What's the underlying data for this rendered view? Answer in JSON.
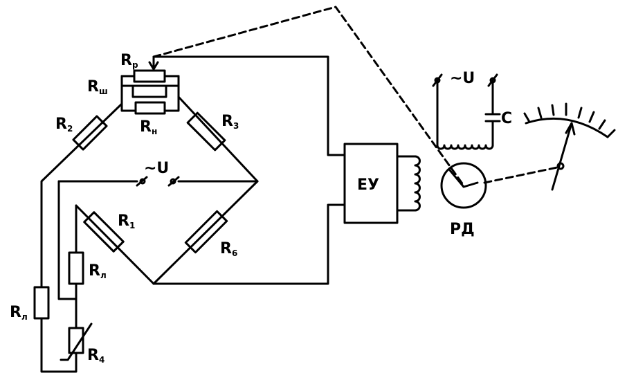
{
  "labels": {
    "rp": {
      "main": "R",
      "sub": "р"
    },
    "rsh": {
      "main": "R",
      "sub": "ш"
    },
    "rn": {
      "main": "R",
      "sub": "н"
    },
    "r2": {
      "main": "R",
      "sub": "2"
    },
    "r3": {
      "main": "R",
      "sub": "3"
    },
    "r1": {
      "main": "R",
      "sub": "1"
    },
    "r6": {
      "main": "R",
      "sub": "6"
    },
    "rl_inner": {
      "main": "R",
      "sub": "л"
    },
    "rl_outer": {
      "main": "R",
      "sub": "л"
    },
    "r4": {
      "main": "R",
      "sub": "4"
    }
  },
  "supply_bridge": "~U",
  "supply_motor": "~U",
  "amplifier": "ЕУ",
  "motor": "РД",
  "capacitor": "С"
}
